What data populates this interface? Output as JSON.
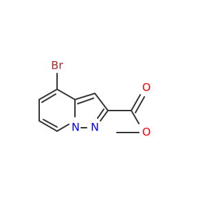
{
  "molecule": {
    "atoms": {
      "br": "Br",
      "n1": "N",
      "n2": "N",
      "o_carbonyl": "O",
      "o_ester": "O"
    },
    "colors": {
      "bond": "#333333",
      "bromine": "#a52a2a",
      "nitrogen": "#0000ff",
      "oxygen": "#ff0000",
      "background": "#ffffff"
    }
  }
}
